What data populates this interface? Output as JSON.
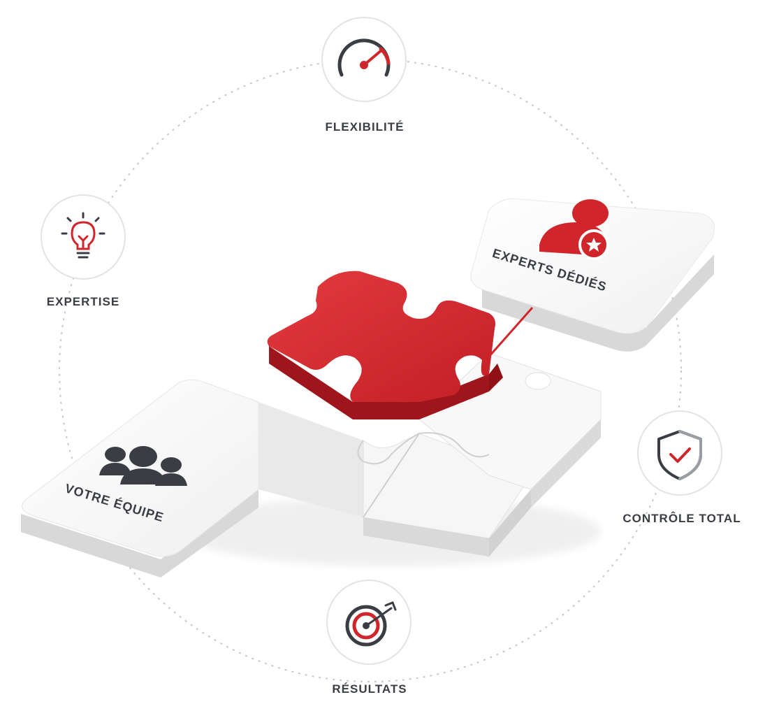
{
  "features": {
    "flexibilite": {
      "label": "FLEXIBILITÉ",
      "icon": "speedometer-icon"
    },
    "expertise": {
      "label": "EXPERTISE",
      "icon": "lightbulb-icon"
    },
    "controle": {
      "label": "CONTRÔLE TOTAL",
      "icon": "shield-check-icon"
    },
    "resultats": {
      "label": "RÉSULTATS",
      "icon": "target-arrow-icon"
    }
  },
  "tiles": {
    "experts": {
      "label": "EXPERTS DÉDIÉS",
      "icon": "expert-star-icon"
    },
    "equipe": {
      "label": "VOTRE ÉQUIPE",
      "icon": "team-icon"
    }
  },
  "colors": {
    "accent": "#d0262b",
    "dark": "#3a3d44",
    "circle_border": "#e3e3e3",
    "dash": "#c8c8c8"
  }
}
